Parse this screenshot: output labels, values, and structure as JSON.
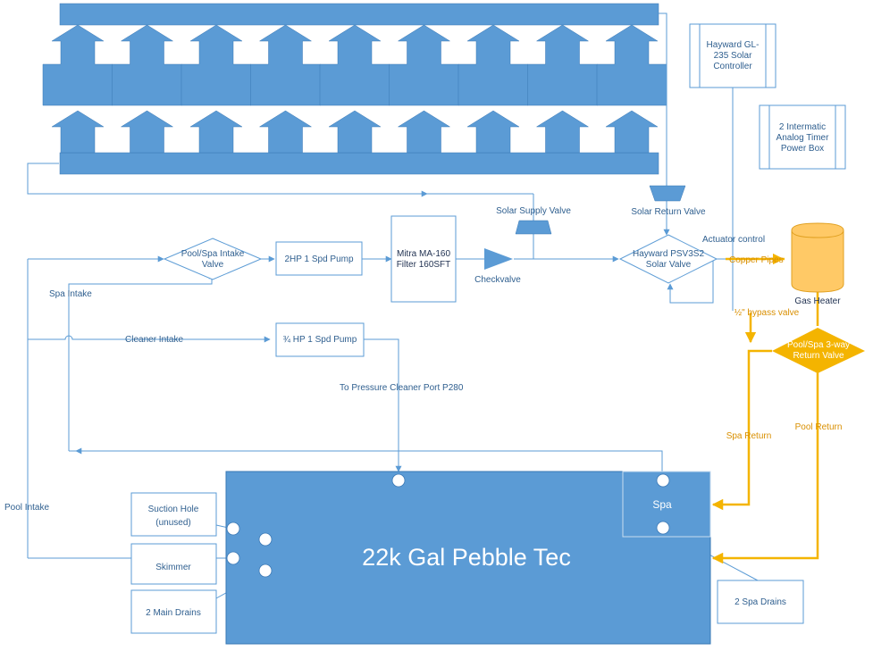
{
  "pool": {
    "label": "22k Gal Pebble Tec",
    "spa_label": "Spa"
  },
  "equipment": {
    "solar_controller": [
      "Hayward GL-",
      "235 Solar",
      "Controller"
    ],
    "timer_box": [
      "2 Intermatic",
      "Analog Timer",
      "Power Box"
    ],
    "intake_valve": [
      "Pool/Spa Intake",
      "Valve"
    ],
    "pump_2hp": "2HP 1 Spd Pump",
    "filter": [
      "Mitra MA-160",
      "Filter 160SFT"
    ],
    "solar_valve": [
      "Hayward PSV3S2",
      "Solar Valve"
    ],
    "gas_heater": "Gas Heater",
    "return_valve": [
      "Pool/Spa 3-way",
      "Return Valve"
    ],
    "pump_3q": "¾ HP 1 Spd Pump",
    "suction_hole": [
      "Suction Hole",
      "(unused)"
    ],
    "skimmer": "Skimmer",
    "main_drains": "2 Main Drains",
    "spa_drains": "2 Spa Drains"
  },
  "labels": {
    "solar_supply_valve": "Solar Supply Valve",
    "solar_return_valve": "Solar Return Valve",
    "actuator_control": "Actuator control",
    "copper_pipes": "Copper Pipes",
    "checkvalve": "Checkvalve",
    "spa_intake": "Spa Intake",
    "cleaner_intake": "Cleaner Intake",
    "pressure_cleaner": "To Pressure Cleaner Port P280",
    "bypass_valve": "½\" bypass valve",
    "spa_return": "Spa Return",
    "pool_return": "Pool Return",
    "pool_intake": "Pool Intake"
  },
  "colors": {
    "water_blue": "#5b9bd5",
    "line_blue": "#5b9bd5",
    "return_orange": "#f4b400",
    "heater_fill": "#ffc966"
  }
}
